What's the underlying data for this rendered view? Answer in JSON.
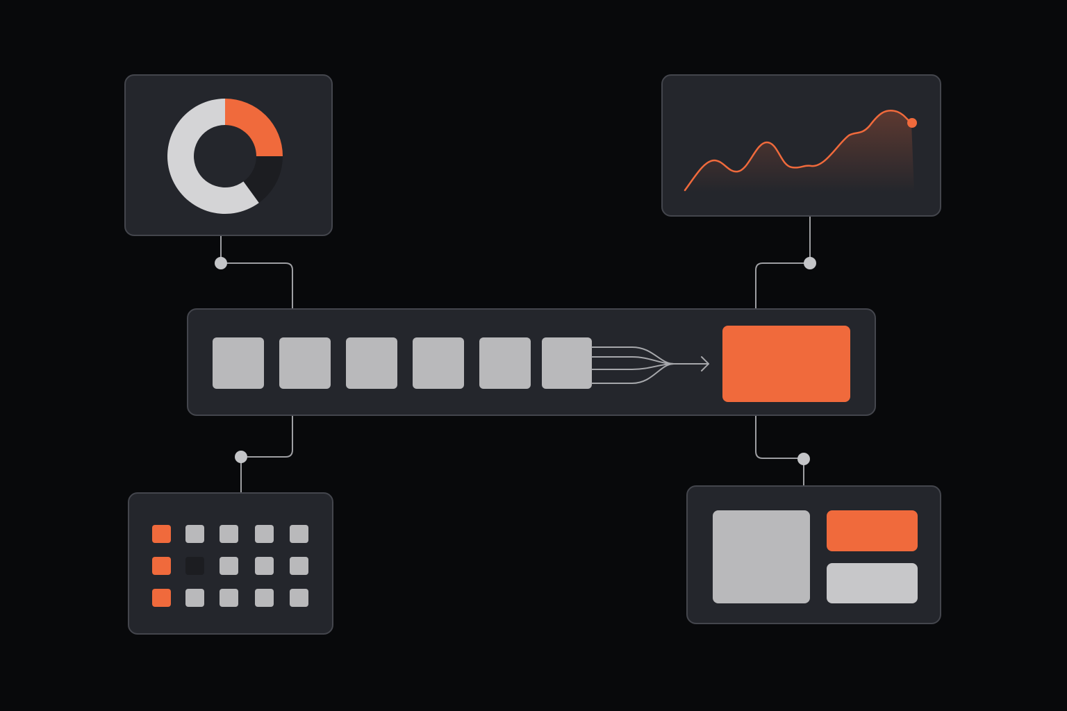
{
  "colors": {
    "background": "#08090b",
    "panel": "#24262c",
    "panel_border": "#44464d",
    "accent": "#f06a3c",
    "light_gray": "#b9b9bb",
    "dark_segment": "#1c1d21",
    "connector": "#9e9fa3",
    "dot": "#c4c5c8"
  },
  "donut_panel": {
    "icon": "donut-chart-icon",
    "segments": [
      {
        "name": "accent-segment",
        "share": 0.25,
        "color": "#f06a3c"
      },
      {
        "name": "dark-segment",
        "share": 0.15,
        "color": "#1c1d21"
      },
      {
        "name": "light-segment",
        "share": 0.6,
        "color": "#d4d4d6"
      }
    ]
  },
  "line_panel": {
    "icon": "trend-line-icon",
    "has_end_marker": true
  },
  "pipeline": {
    "input_block_count": 6,
    "merge_arrow_icon": "merge-arrow-icon",
    "output_block_color": "#f06a3c"
  },
  "grid_panel": {
    "icon": "grid-icon",
    "rows": [
      [
        "accent",
        "gray",
        "gray",
        "gray",
        "gray"
      ],
      [
        "accent",
        "dark",
        "gray",
        "gray",
        "gray"
      ],
      [
        "accent",
        "gray",
        "gray",
        "gray",
        "gray"
      ]
    ]
  },
  "layout_panel": {
    "icon": "layout-blocks-icon",
    "blocks": [
      "gray",
      "accent",
      "gray"
    ]
  }
}
